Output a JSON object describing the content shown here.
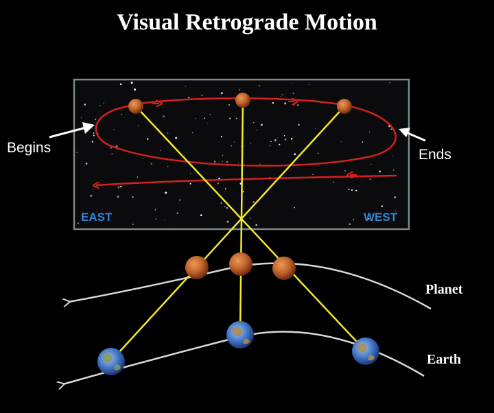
{
  "title": "Visual Retrograde Motion",
  "labels": {
    "begins": "Begins",
    "ends": "Ends",
    "east": "EAST",
    "west": "WEST",
    "planet": "Planet",
    "earth": "Earth"
  },
  "colors": {
    "background": "#000000",
    "sky_panel_border": "#7d8a8a",
    "retrograde_path": "#d62020",
    "sight_lines": "#f2ea28",
    "orbit_arcs": "#d9d9d9",
    "direction_labels": "#2f86d6",
    "planet_fill": "#c0652a"
  },
  "icons": {
    "planet": "mars-planet-icon",
    "earth": "earth-globe-icon"
  }
}
